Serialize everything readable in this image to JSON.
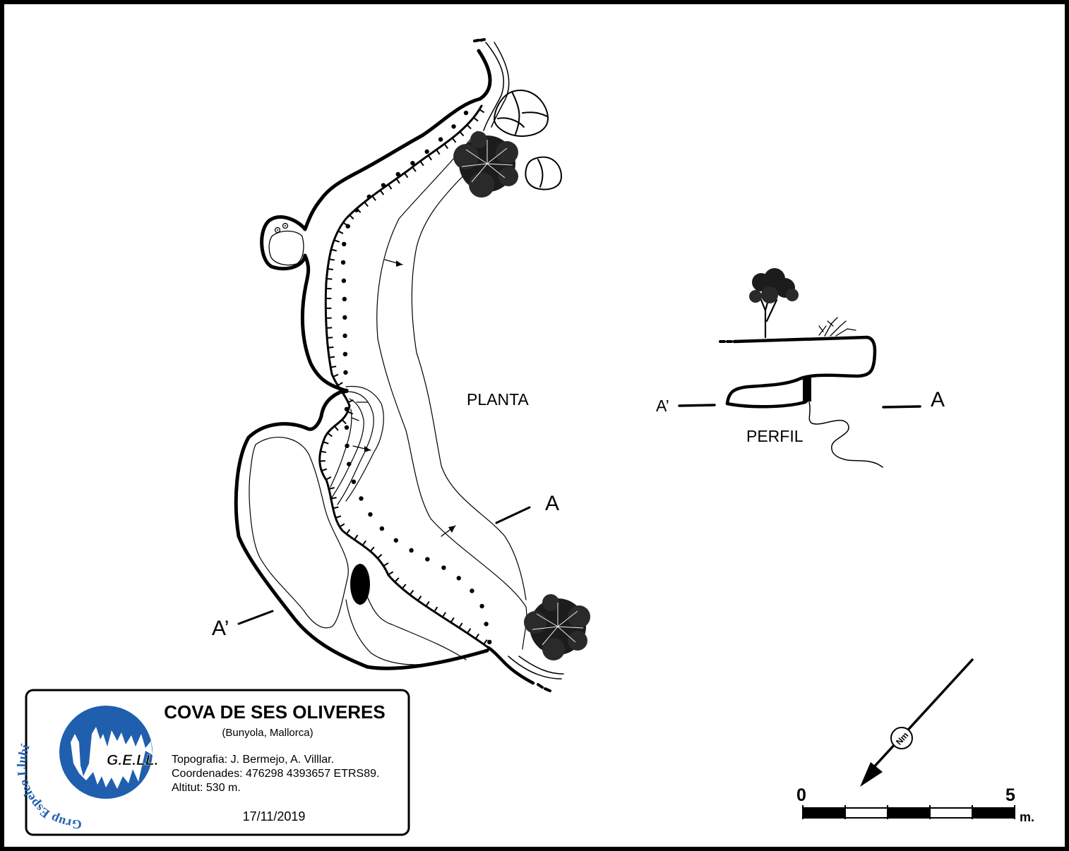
{
  "plan": {
    "label": "PLANTA",
    "section_mark_a": "A",
    "section_mark_a_prime": "A’"
  },
  "profile": {
    "label": "PERFIL",
    "mark_left": "A’",
    "mark_right": "A"
  },
  "north_arrow": {
    "label": "Nm",
    "icon": "magnetic-north-arrow-icon"
  },
  "scale_bar": {
    "start_label": "0",
    "end_label": "5",
    "unit_label": "m.",
    "segments": 5,
    "length_m": 5
  },
  "info_box": {
    "title": "COVA DE SES OLIVERES",
    "location": "(Bunyola, Mallorca)",
    "topography": "Topografia: J. Bermejo, A. Villlar.",
    "coordinates": "Coordenades: 476298 4393657 ETRS89.",
    "altitude": "Altitut: 530 m.",
    "date": "17/11/2019",
    "logo": {
      "name": "G.E.LL.",
      "ring_text": "Grup Espeleo Llubí",
      "color": "#1f5fae"
    }
  },
  "colors": {
    "ink": "#000000",
    "paper": "#ffffff",
    "frame": "#000000",
    "logo_blue": "#1f5fae"
  }
}
